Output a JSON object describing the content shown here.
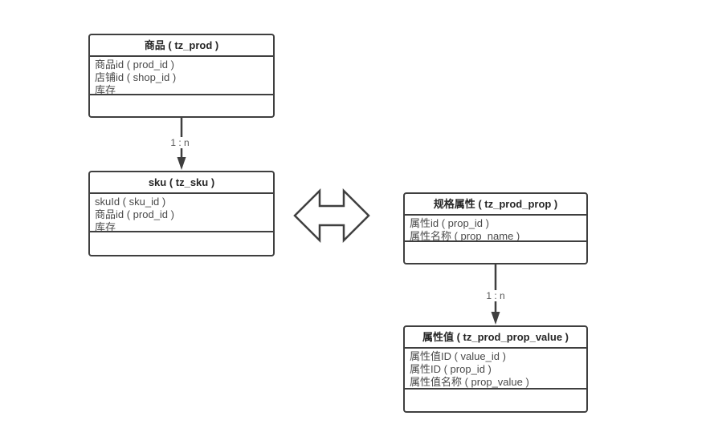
{
  "diagram": {
    "colors": {
      "line": "#3f3f3f",
      "header_text": "#262626",
      "field_text": "#4a4a4a",
      "label_text": "#595959",
      "background": "#ffffff"
    },
    "tables": [
      {
        "title": "商品 ( tz_prod )",
        "fields": [
          "商品id ( prod_id )",
          "店铺id ( shop_id )",
          "库存"
        ]
      },
      {
        "title": "sku ( tz_sku )",
        "fields": [
          "skuId ( sku_id )",
          "商品id ( prod_id )",
          "库存"
        ]
      },
      {
        "title": "规格属性 ( tz_prod_prop )",
        "fields": [
          "属性id ( prop_id )",
          "属性名称 ( prop_name )"
        ]
      },
      {
        "title": "属性值 ( tz_prod_prop_value )",
        "fields": [
          "属性值ID ( value_id )",
          "属性ID ( prop_id )",
          "属性值名称 ( prop_value )"
        ]
      }
    ],
    "relations": [
      {
        "from": "商品 ( tz_prod )",
        "to": "sku ( tz_sku )",
        "label": "1 : n"
      },
      {
        "from": "规格属性 ( tz_prod_prop )",
        "to": "属性值 ( tz_prod_prop_value )",
        "label": "1 : n"
      }
    ],
    "connector": {
      "type": "double-headed-arrow",
      "between": [
        "sku ( tz_sku )",
        "规格属性 ( tz_prod_prop )"
      ]
    }
  }
}
